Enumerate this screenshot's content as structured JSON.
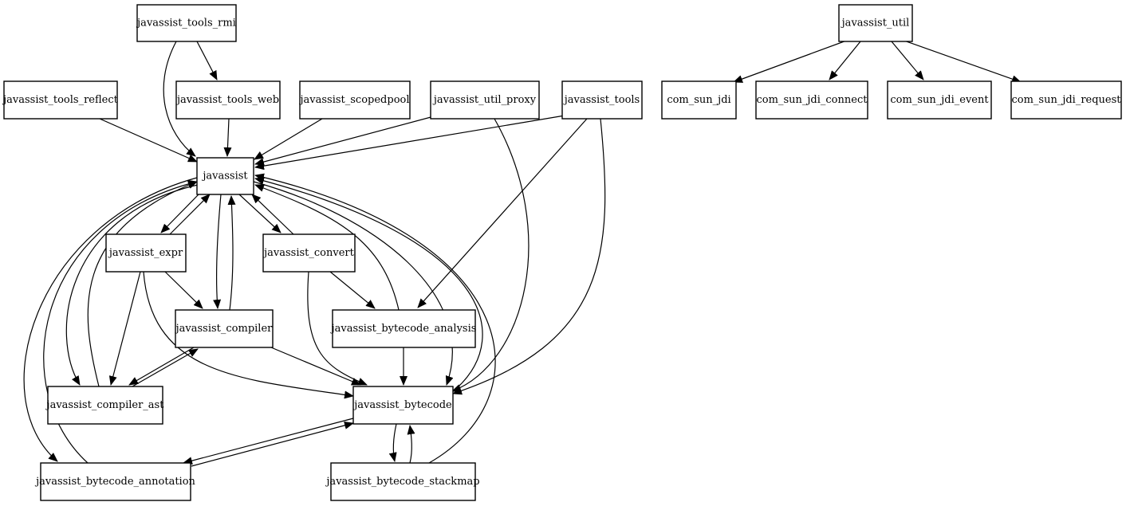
{
  "diagram": {
    "nodes": {
      "javassist_tools_rmi": "javassist_tools_rmi",
      "javassist_util": "javassist_util",
      "javassist_tools_reflect": "javassist_tools_reflect",
      "javassist_tools_web": "javassist_tools_web",
      "javassist_scopedpool": "javassist_scopedpool",
      "javassist_util_proxy": "javassist_util_proxy",
      "javassist_tools": "javassist_tools",
      "com_sun_jdi": "com_sun_jdi",
      "com_sun_jdi_connect": "com_sun_jdi_connect",
      "com_sun_jdi_event": "com_sun_jdi_event",
      "com_sun_jdi_request": "com_sun_jdi_request",
      "javassist": "javassist",
      "javassist_expr": "javassist_expr",
      "javassist_convert": "javassist_convert",
      "javassist_compiler": "javassist_compiler",
      "javassist_bytecode_analysis": "javassist_bytecode_analysis",
      "javassist_compiler_ast": "javassist_compiler_ast",
      "javassist_bytecode": "javassist_bytecode",
      "javassist_bytecode_annotation": "javassist_bytecode_annotation",
      "javassist_bytecode_stackmap": "javassist_bytecode_stackmap"
    },
    "edges": [
      {
        "from": "javassist_tools_rmi",
        "to": "javassist_tools_web"
      },
      {
        "from": "javassist_tools_rmi",
        "to": "javassist"
      },
      {
        "from": "javassist_util",
        "to": "com_sun_jdi"
      },
      {
        "from": "javassist_util",
        "to": "com_sun_jdi_connect"
      },
      {
        "from": "javassist_util",
        "to": "com_sun_jdi_event"
      },
      {
        "from": "javassist_util",
        "to": "com_sun_jdi_request"
      },
      {
        "from": "javassist_tools_reflect",
        "to": "javassist"
      },
      {
        "from": "javassist_tools_web",
        "to": "javassist"
      },
      {
        "from": "javassist_scopedpool",
        "to": "javassist"
      },
      {
        "from": "javassist_util_proxy",
        "to": "javassist"
      },
      {
        "from": "javassist_util_proxy",
        "to": "javassist_bytecode"
      },
      {
        "from": "javassist_tools",
        "to": "javassist"
      },
      {
        "from": "javassist_tools",
        "to": "javassist_bytecode_analysis"
      },
      {
        "from": "javassist_tools",
        "to": "javassist_bytecode"
      },
      {
        "from": "javassist",
        "to": "javassist_expr"
      },
      {
        "from": "javassist_expr",
        "to": "javassist"
      },
      {
        "from": "javassist",
        "to": "javassist_convert"
      },
      {
        "from": "javassist_convert",
        "to": "javassist"
      },
      {
        "from": "javassist",
        "to": "javassist_compiler"
      },
      {
        "from": "javassist_compiler",
        "to": "javassist"
      },
      {
        "from": "javassist",
        "to": "javassist_compiler_ast"
      },
      {
        "from": "javassist_compiler_ast",
        "to": "javassist"
      },
      {
        "from": "javassist",
        "to": "javassist_bytecode"
      },
      {
        "from": "javassist_bytecode",
        "to": "javassist"
      },
      {
        "from": "javassist",
        "to": "javassist_bytecode_annotation"
      },
      {
        "from": "javassist_bytecode_annotation",
        "to": "javassist"
      },
      {
        "from": "javassist_bytecode_analysis",
        "to": "javassist"
      },
      {
        "from": "javassist_bytecode_stackmap",
        "to": "javassist"
      },
      {
        "from": "javassist_expr",
        "to": "javassist_compiler"
      },
      {
        "from": "javassist_expr",
        "to": "javassist_compiler_ast"
      },
      {
        "from": "javassist_expr",
        "to": "javassist_bytecode"
      },
      {
        "from": "javassist_convert",
        "to": "javassist_bytecode_analysis"
      },
      {
        "from": "javassist_convert",
        "to": "javassist_bytecode"
      },
      {
        "from": "javassist_compiler",
        "to": "javassist_compiler_ast"
      },
      {
        "from": "javassist_compiler_ast",
        "to": "javassist_compiler"
      },
      {
        "from": "javassist_compiler",
        "to": "javassist_bytecode"
      },
      {
        "from": "javassist_bytecode_analysis",
        "to": "javassist_bytecode"
      },
      {
        "from": "javassist_bytecode",
        "to": "javassist_bytecode_annotation"
      },
      {
        "from": "javassist_bytecode_annotation",
        "to": "javassist_bytecode"
      },
      {
        "from": "javassist_bytecode",
        "to": "javassist_bytecode_stackmap"
      },
      {
        "from": "javassist_bytecode_stackmap",
        "to": "javassist_bytecode"
      }
    ]
  }
}
